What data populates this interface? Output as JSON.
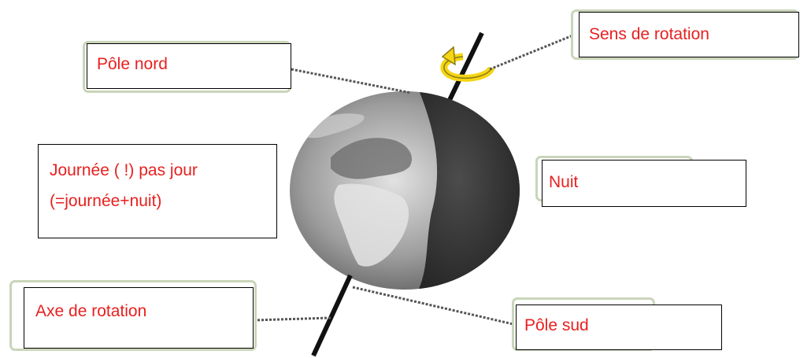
{
  "labels": {
    "north_pole": "Pôle nord",
    "rotation_direction": "Sens de rotation",
    "day_line1": "Journée  ( !) pas jour",
    "day_line2": "(=journée+nuit)",
    "night": "Nuit",
    "rotation_axis": "Axe de rotation",
    "south_pole": "Pôle sud"
  },
  "colors": {
    "label_text": "#e8201f",
    "frame": "#c9d5b9",
    "arrow": "#f5d515",
    "night_side": "#3a3a3a",
    "day_side": "#a9a9a9",
    "axis": "#111111"
  }
}
